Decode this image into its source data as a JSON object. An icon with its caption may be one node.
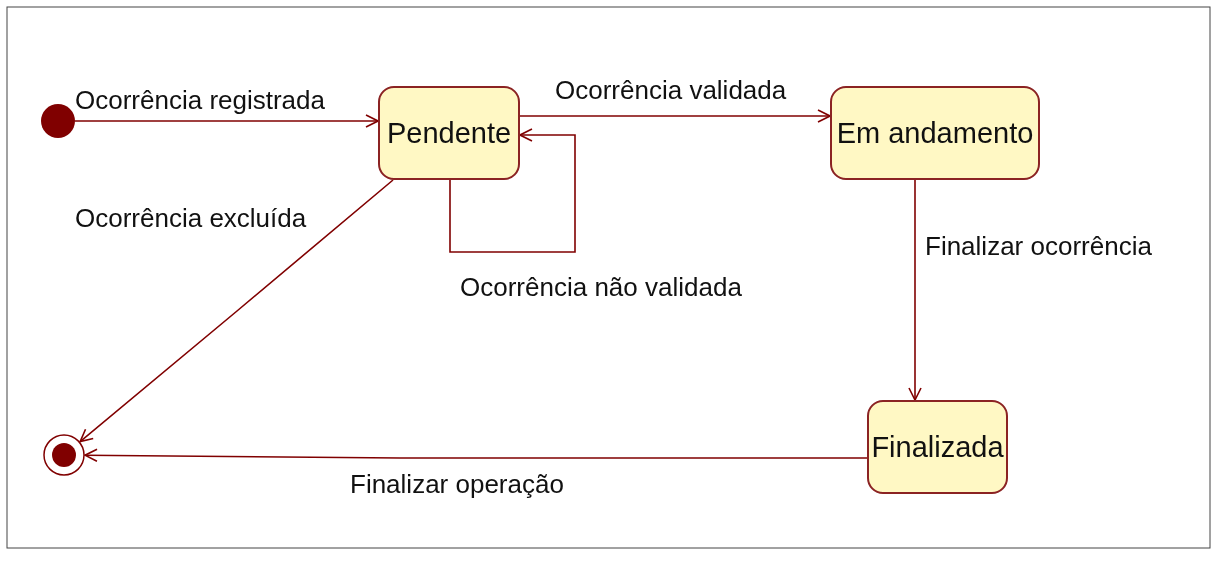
{
  "diagram": {
    "nodes": [
      {
        "text": [],
        "shape": "circle"
      },
      {
        "text": [
          "Pendente"
        ]
      },
      {
        "text": [
          "Em andamento"
        ]
      },
      {
        "text": [],
        "shape": "bullseye"
      },
      {
        "text": [
          "Finalizada"
        ]
      }
    ],
    "edges": [
      {
        "from": 0,
        "to": 1,
        "arrow": "to",
        "label": "Ocorrência registrada"
      },
      {
        "from": 1,
        "to": 2,
        "arrow": "to",
        "label": "Ocorrência validada"
      },
      {
        "from": 1,
        "to": 1,
        "arrow": "to",
        "label": "Ocorrência não validada"
      },
      {
        "from": 2,
        "to": 4,
        "arrow": "to",
        "label": "Finalizar ocorrência"
      },
      {
        "from": 1,
        "to": 3,
        "arrow": "to",
        "label": "Ocorrência excluída"
      },
      {
        "from": 4,
        "to": 3,
        "arrow": "to",
        "label": "Finalizar operação"
      }
    ]
  }
}
